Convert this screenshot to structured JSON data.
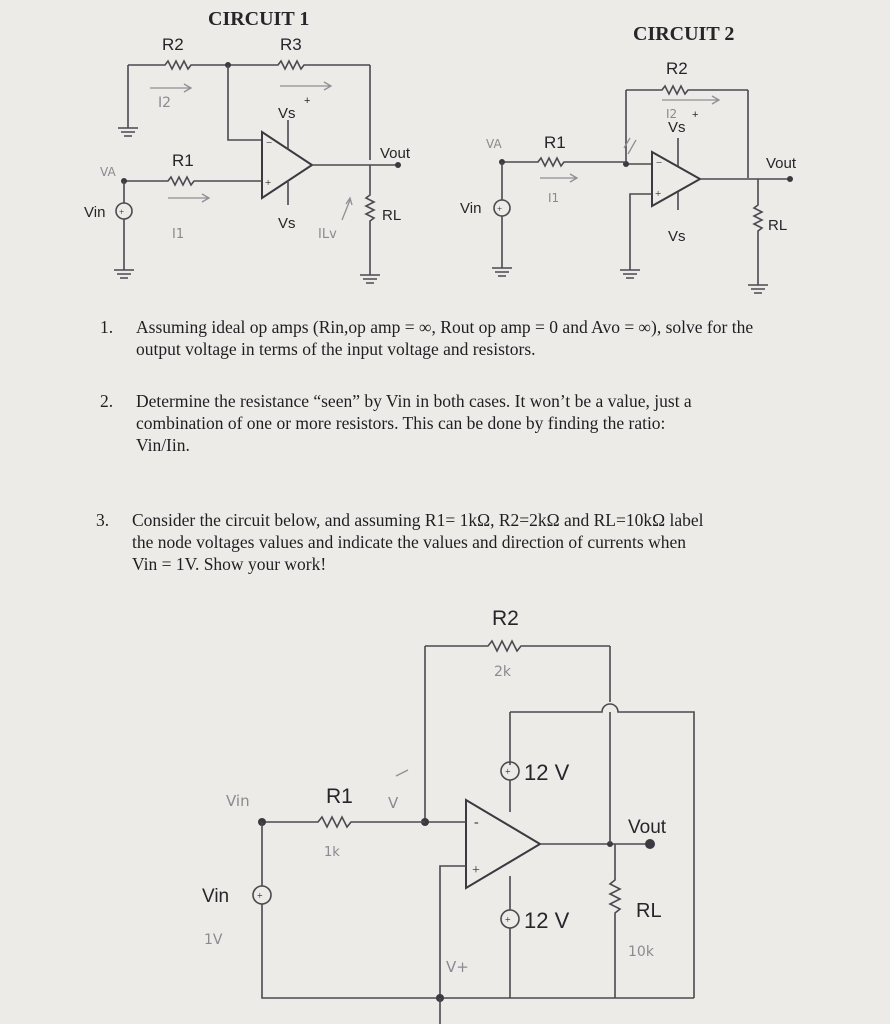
{
  "circuit1": {
    "title": "CIRCUIT 1",
    "r1": "R1",
    "r2": "R2",
    "r3": "R3",
    "vout": "Vout",
    "vin": "Vin",
    "vs_plus": "Vs",
    "vs_minus": "Vs",
    "rl": "RL",
    "pen_va": "VA",
    "pen_i2": "I2",
    "pen_i1": "I1",
    "pen_ilv": "ILv"
  },
  "circuit2": {
    "title": "CIRCUIT 2",
    "r1": "R1",
    "r2": "R2",
    "vout": "Vout",
    "vin": "Vin",
    "vs_plus": "Vs",
    "vs_minus": "Vs",
    "rl": "RL",
    "pen_va": "VA",
    "pen_i2": "I2",
    "pen_i1": "I1"
  },
  "questions": [
    {
      "number": "1.",
      "lines": [
        "Assuming ideal op amps (Rin,op amp = ∞, Rout op amp = 0 and Avo = ∞), solve for the",
        "output voltage in terms of the input voltage and resistors."
      ]
    },
    {
      "number": "2.",
      "lines": [
        "Determine the resistance “seen” by Vin in both cases.  It won’t be a value, just a",
        "combination of one or more resistors.  This can be done by finding the ratio:",
        "Vin/Iin."
      ]
    },
    {
      "number": "3.",
      "lines": [
        "Consider the circuit below, and assuming R1= 1kΩ, R2=2kΩ and RL=10kΩ label",
        "the node voltages values and indicate the values and direction of currents when",
        "Vin = 1V.  Show your work!"
      ]
    }
  ],
  "circuit3": {
    "r1": "R1",
    "r2": "R2",
    "rl": "RL",
    "vin": "Vin",
    "vout": "Vout",
    "supply_top": "12 V",
    "supply_bottom": "12 V",
    "pen_vin": "Vin",
    "pen_1v": "1V",
    "pen_1k": "1k",
    "pen_2k": "2k",
    "pen_10k": "10k",
    "pen_v": "V",
    "pen_vplus": "V+"
  }
}
